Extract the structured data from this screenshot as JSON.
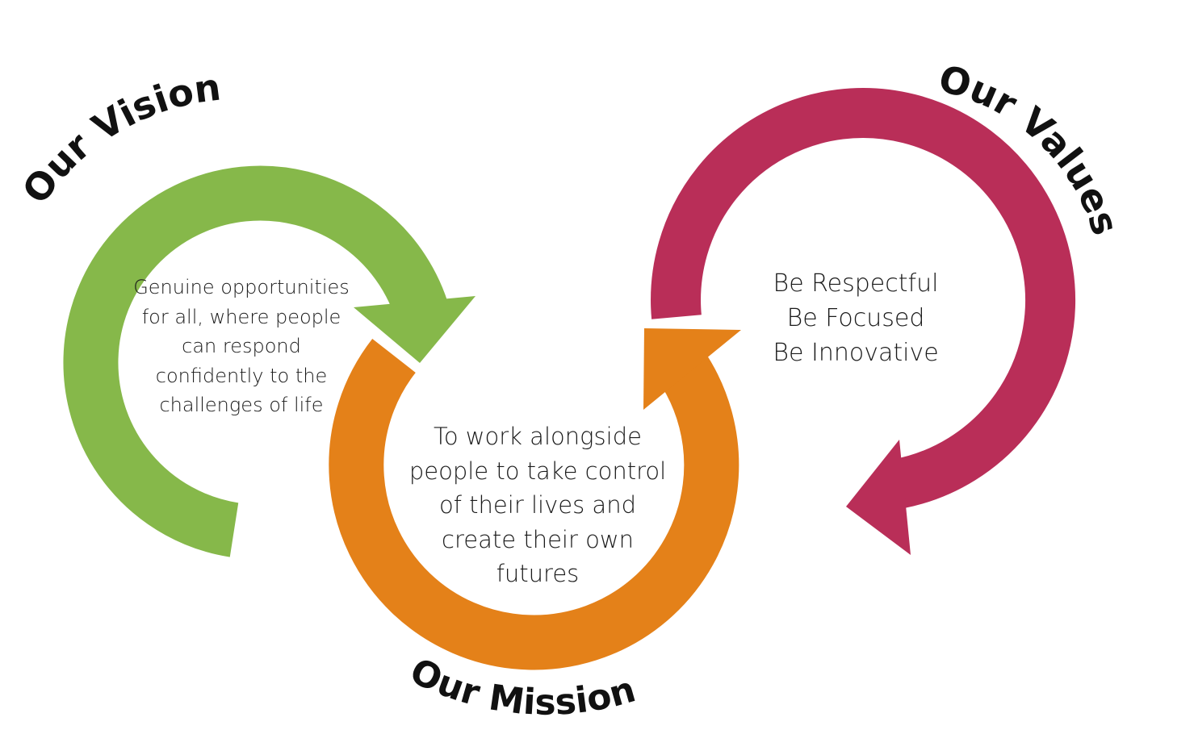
{
  "sections": {
    "vision": {
      "heading": "Our Vision",
      "text": "Genuine opportunities\nfor all, where people\ncan respond\nconfidently to the\nchallenges of life",
      "color": "#86b84a"
    },
    "mission": {
      "heading": "Our Mission",
      "text": "To work alongside\npeople to take control\nof their lives and\ncreate their own\nfutures",
      "color": "#e48119"
    },
    "values": {
      "heading": "Our Values",
      "text": "Be Respectful\nBe Focused\nBe Innovative",
      "color": "#b92e58"
    }
  }
}
